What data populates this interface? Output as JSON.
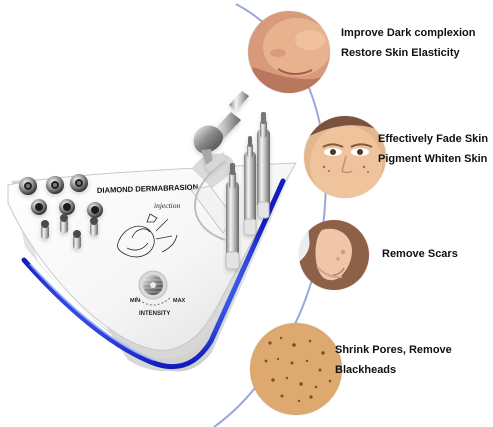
{
  "device": {
    "brand_label": "DIAMOND DERMABRASION",
    "injection_label": "injection",
    "knob_min_label": "MIN",
    "knob_max_label": "MAX",
    "intensity_label": "INTENSITY"
  },
  "benefits": [
    {
      "line1": "Improve Dark complexion",
      "line2": "Restore Skin Elasticity",
      "image_icon": "face-cheek-photo"
    },
    {
      "line1": "Effectively Fade Skin",
      "line2": "Pigment Whiten Skin",
      "image_icon": "face-eyes-photo"
    },
    {
      "line1": "Remove Scars",
      "line2": "",
      "image_icon": "face-profile-photo"
    },
    {
      "line1": "Shrink Pores, Remove",
      "line2": "Blackheads",
      "image_icon": "pores-macro-photo"
    }
  ],
  "colors": {
    "background": "#ffffff",
    "device_body": "#f7f7f7",
    "device_shadow": "#d9d9d9",
    "accent_light": "#3355ff",
    "metal": "#b8b8b8",
    "dark_text": "#111111"
  }
}
